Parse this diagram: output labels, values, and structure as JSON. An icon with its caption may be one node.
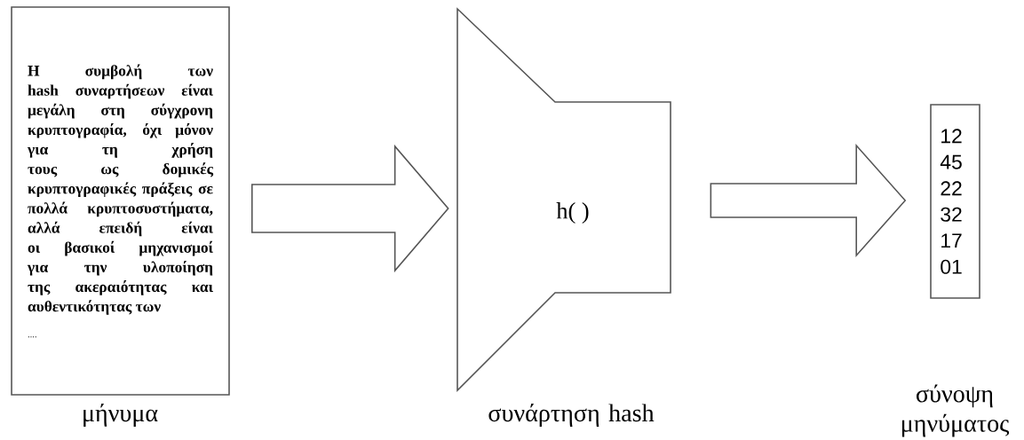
{
  "diagram": {
    "nodes": [
      {
        "text": [
          "Η συμβολή των hash συναρτήσεων είναι μεγάλη στη σύγχρονη κρυπτογραφία, όχι μόνον για τη χρήση τους ως δομικές κρυπτογραφικές πράξεις σε πολλά κρυπτοσυστήματα, αλλά επειδή είναι οι βασικοί μηχανισμοί για την υλοποίηση της ακεραιότητας και αυθεντικότητας των",
          "...."
        ],
        "beside": [
          "μήνυμα"
        ]
      },
      {
        "text": [
          "h( )"
        ],
        "beside": [
          "συνάρτηση hash"
        ]
      },
      {
        "text": [
          "12",
          "45",
          "22",
          "32",
          "17",
          "01"
        ],
        "beside": [
          "σύνοψη μηνύματος"
        ]
      }
    ],
    "edges": [
      {
        "from": 0,
        "to": 1,
        "arrow": "to"
      },
      {
        "from": 1,
        "to": 2,
        "arrow": "to"
      }
    ]
  }
}
